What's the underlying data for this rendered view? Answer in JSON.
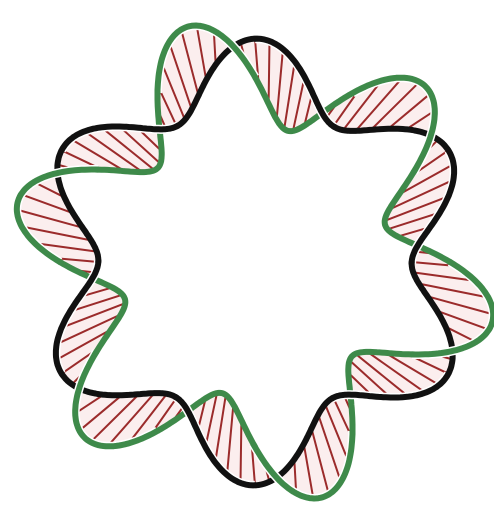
{
  "diagram": {
    "kind": "circular-double-helix",
    "helical_turns": 6,
    "strands": [
      {
        "name": "strand-a",
        "color": "#111111"
      },
      {
        "name": "strand-b",
        "color": "#3e8a4a"
      }
    ],
    "base_pair_color": "#9b2b2b",
    "base_pair_fill": "#fbeeee",
    "background": "#ffffff"
  }
}
